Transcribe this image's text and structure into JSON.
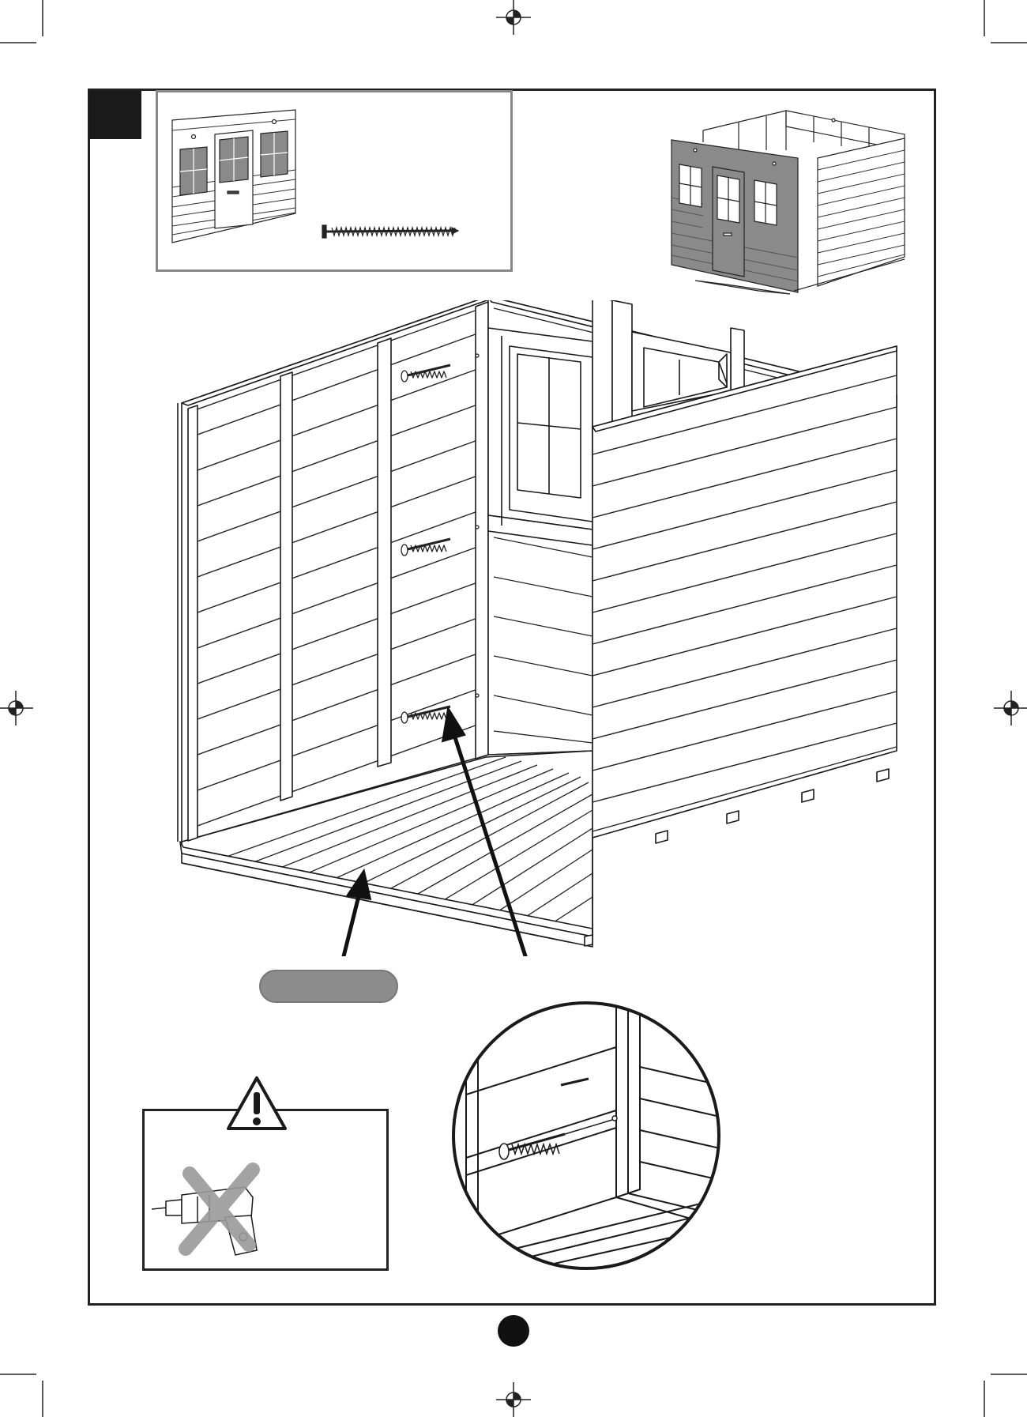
{
  "page": {
    "step_number": "",
    "page_number": ""
  },
  "parts_box": {
    "parts": [
      {
        "name": "front-panel",
        "label": ""
      },
      {
        "name": "screw",
        "label": ""
      }
    ]
  },
  "overview": {
    "description_key": "shed-overview"
  },
  "callout": {
    "label": ""
  },
  "warning": {
    "symbol": "!",
    "forbidden_tool": "power-drill"
  },
  "colors": {
    "ink": "#1a1a1a",
    "frame": "#222222",
    "parts_border": "#888888",
    "shaded_panel": "#8a8a8a",
    "callout_pill": "#8c8c8c",
    "cross": "#9a9a9a"
  },
  "icons": [
    "registration-mark-icon",
    "warning-triangle-icon",
    "screw-icon",
    "drill-icon",
    "cross-icon"
  ]
}
